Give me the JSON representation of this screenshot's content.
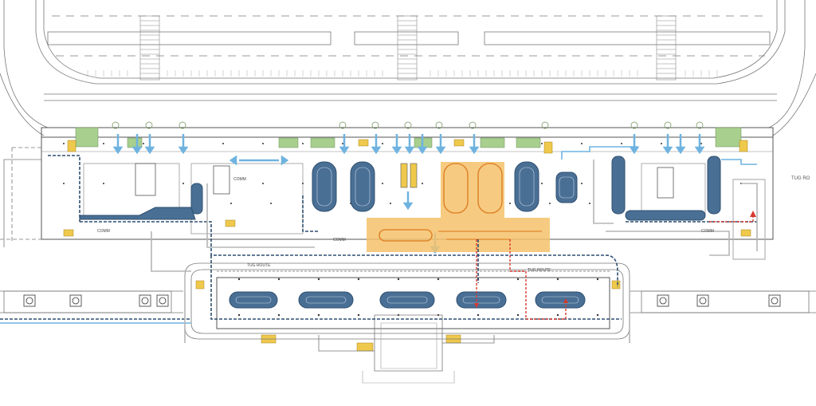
{
  "labels": {
    "tug_route_right": "TUG RO",
    "tug_route_lower_left": "TUG ROUTE",
    "tug_route_lower_right": "TUG ROUTE",
    "comm": "COMM"
  },
  "colors": {
    "background": "#ffffff",
    "linework": "#6f6f6f",
    "baggage_blue": "#4a6f95",
    "baggage_blue_dark": "#2f4f70",
    "flow_light_blue": "#6fb3e0",
    "highlight_orange": "#f5c26b",
    "highlight_orange_dark": "#e0872e",
    "red_route": "#d63a2f",
    "tug_grey": "#b5b5b5",
    "support_green": "#a8cf8e",
    "support_yellow": "#efc94c"
  }
}
